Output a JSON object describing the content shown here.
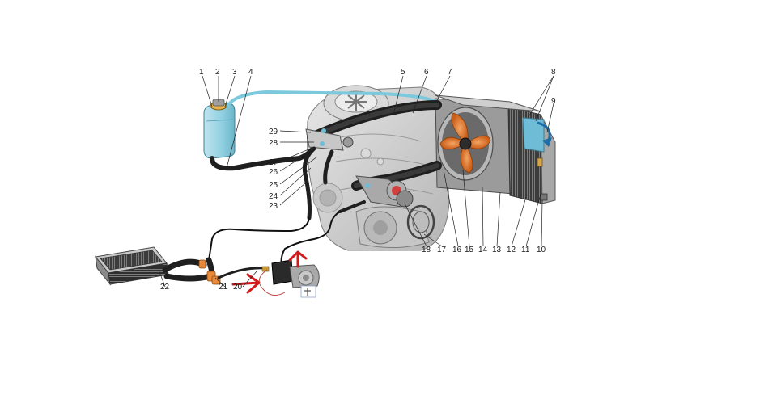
{
  "diagram": {
    "colors": {
      "coolant_blue": "#7cc8dc",
      "hose_black": "#1f1f1f",
      "engine_gray": "#cfcfcf",
      "fan_orange": "#e07a2a",
      "arrow_red": "#d21a1a"
    },
    "callouts": [
      {
        "id": "1",
        "text": "1"
      },
      {
        "id": "2",
        "text": "2"
      },
      {
        "id": "3",
        "text": "3"
      },
      {
        "id": "4",
        "text": "4"
      },
      {
        "id": "5",
        "text": "5"
      },
      {
        "id": "6",
        "text": "6"
      },
      {
        "id": "7",
        "text": "7"
      },
      {
        "id": "8",
        "text": "8"
      },
      {
        "id": "9",
        "text": "9"
      },
      {
        "id": "10",
        "text": "10"
      },
      {
        "id": "11",
        "text": "11"
      },
      {
        "id": "12",
        "text": "12"
      },
      {
        "id": "13",
        "text": "13"
      },
      {
        "id": "14",
        "text": "14"
      },
      {
        "id": "15",
        "text": "15"
      },
      {
        "id": "16",
        "text": "16"
      },
      {
        "id": "17",
        "text": "17"
      },
      {
        "id": "18",
        "text": "18"
      },
      {
        "id": "20",
        "text": "20"
      },
      {
        "id": "21",
        "text": "21"
      },
      {
        "id": "22",
        "text": "22"
      },
      {
        "id": "23",
        "text": "23"
      },
      {
        "id": "24",
        "text": "24"
      },
      {
        "id": "25",
        "text": "25"
      },
      {
        "id": "26",
        "text": "26"
      },
      {
        "id": "27",
        "text": "27"
      },
      {
        "id": "28",
        "text": "28"
      },
      {
        "id": "29",
        "text": "29"
      }
    ]
  }
}
